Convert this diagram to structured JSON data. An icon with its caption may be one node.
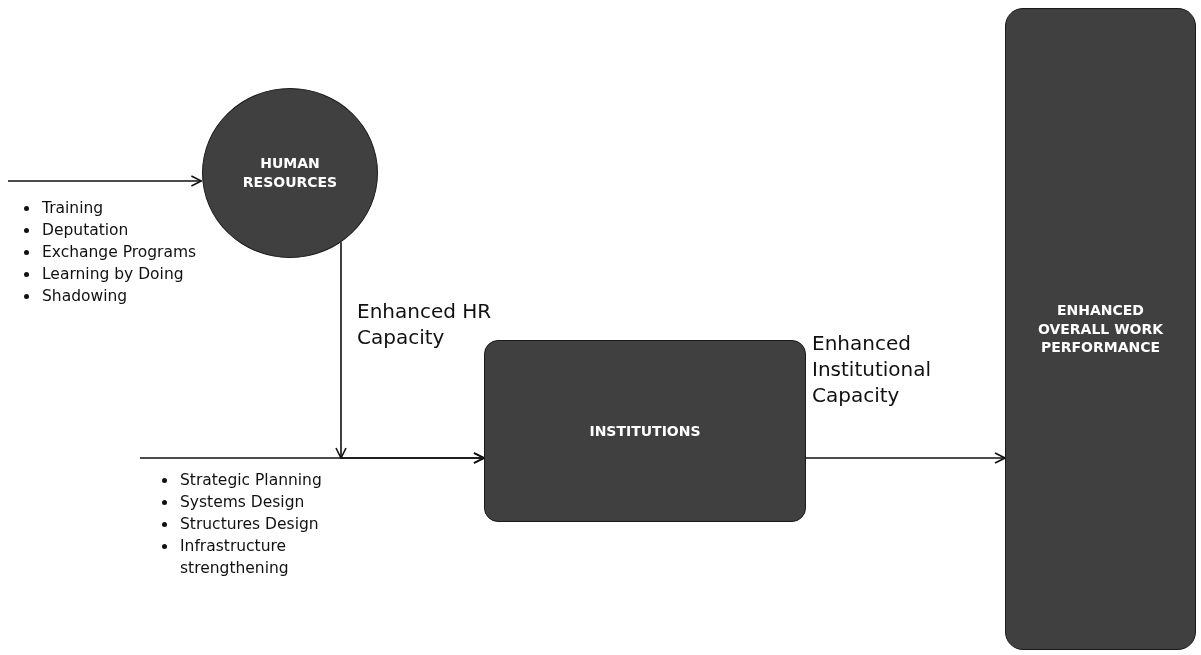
{
  "diagram": {
    "nodes": [
      {
        "text": [
          "HUMAN RESOURCES"
        ]
      },
      {
        "text": [
          "INSTITUTIONS"
        ]
      },
      {
        "text": [
          "ENHANCED OVERALL WORK PERFORMANCE"
        ]
      }
    ],
    "edges": [
      {
        "from": null,
        "to": 0,
        "arrow": "to"
      },
      {
        "from": 0,
        "to": 1,
        "arrow": "to",
        "label": "Enhanced HR Capacity"
      },
      {
        "from": null,
        "to": 1,
        "arrow": "to"
      },
      {
        "from": 1,
        "to": 2,
        "arrow": "to",
        "label": "Enhanced Institutional Capacity"
      }
    ],
    "labels": [
      "Training",
      "Deputation",
      "Exchange Programs",
      "Learning by Doing",
      "Shadowing",
      "Strategic Planning",
      "Systems Design",
      "Structures Design",
      "Infrastructure strengthening"
    ]
  }
}
